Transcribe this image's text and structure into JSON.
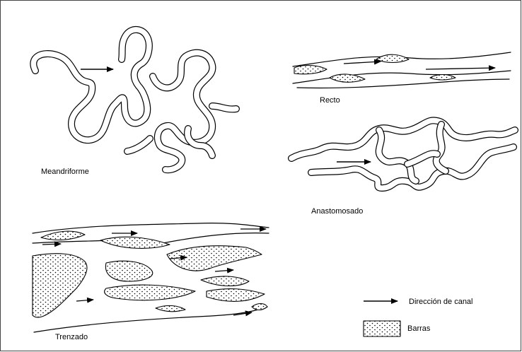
{
  "labels": {
    "meandriforme": "Meandriforme",
    "recto": "Recto",
    "anastomosado": "Anastomosado",
    "trenzado": "Trenzado"
  },
  "legend": {
    "direccion": "Dirección de canal",
    "barras": "Barras"
  },
  "colors": {
    "ink": "#000000",
    "background": "#ffffff"
  }
}
